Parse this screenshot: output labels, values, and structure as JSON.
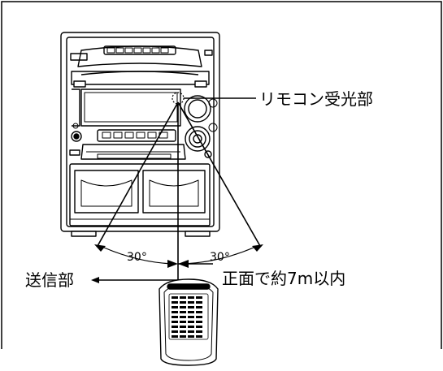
{
  "labels": {
    "sensor": "リモコン受光部",
    "transmitter": "送信部",
    "range": "正面で約7m以内",
    "angle_left": "30°",
    "angle_right": "30°"
  },
  "colors": {
    "line": "#000000",
    "background": "#ffffff"
  },
  "icons": {
    "stereo": "mini-component-stereo-icon",
    "remote": "remote-control-icon"
  }
}
